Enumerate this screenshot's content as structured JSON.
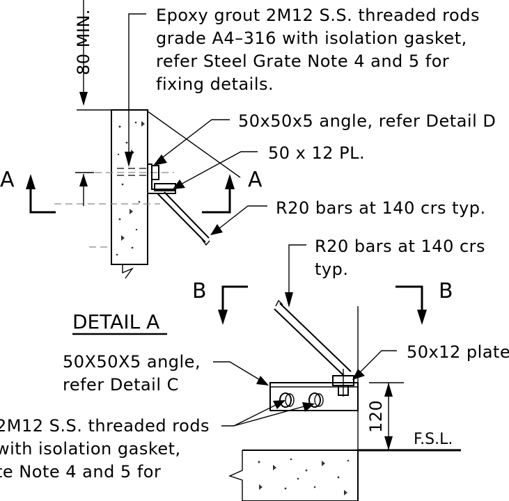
{
  "notes": {
    "epoxy_top": [
      "Epoxy grout 2M12 S.S. threaded rods",
      "grade A4–316 with isolation gasket,",
      "refer Steel Grate Note 4 and 5 for",
      "fixing details."
    ],
    "angle_top": "50x50x5 angle, refer Detail D",
    "plate_top": "50 x 12 PL.",
    "bars_top": "R20 bars at 140 crs typ.",
    "bars_mid": [
      "R20 bars at 140 crs",
      "typ."
    ],
    "plate_right": "50x12 plate",
    "angle_left": [
      "50X50X5 angle,",
      "refer Detail C"
    ],
    "epoxy_left": [
      "2M12 S.S. threaded rods",
      "with isolation gasket,",
      "te Note 4 and 5 for"
    ]
  },
  "dimensions": {
    "min_top": "80 MIN.",
    "height_120": "120",
    "fsl": "F.S.L."
  },
  "sections": {
    "a_left": "A",
    "a_right": "A",
    "b_left": "B",
    "b_right": "B"
  },
  "detail_title": "DETAIL A"
}
